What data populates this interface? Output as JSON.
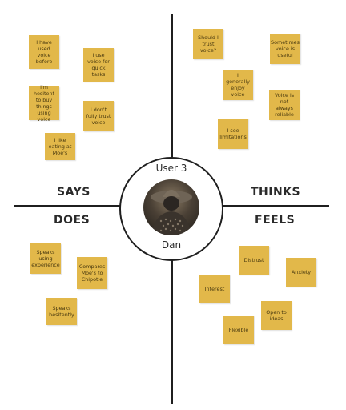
{
  "quadrants": {
    "says": "SAYS",
    "thinks": "THINKS",
    "does": "DOES",
    "feels": "FEELS"
  },
  "center": {
    "label": "User 3",
    "name": "Dan"
  },
  "notes": {
    "says": [
      "I have used voice before",
      "I use voice for quick tasks",
      "I'm hesitent to buy things using voice",
      "I don't fully trust voice",
      "I like eating at Moe's"
    ],
    "thinks": [
      "Should I trust voice?",
      "Sometimes voice is useful",
      "I generally enjoy voice",
      "Voice is not always reliable",
      "I see limitations"
    ],
    "does": [
      "Speaks using experience",
      "Compares Moe's to Chipotle",
      "Speaks hesitently"
    ],
    "feels": [
      "Distrust",
      "Anxiety",
      "Interest",
      "Open to ideas",
      "Flexible"
    ]
  },
  "colors": {
    "sticky_note": "#e2b84a",
    "lines": "#1f1f1f"
  }
}
